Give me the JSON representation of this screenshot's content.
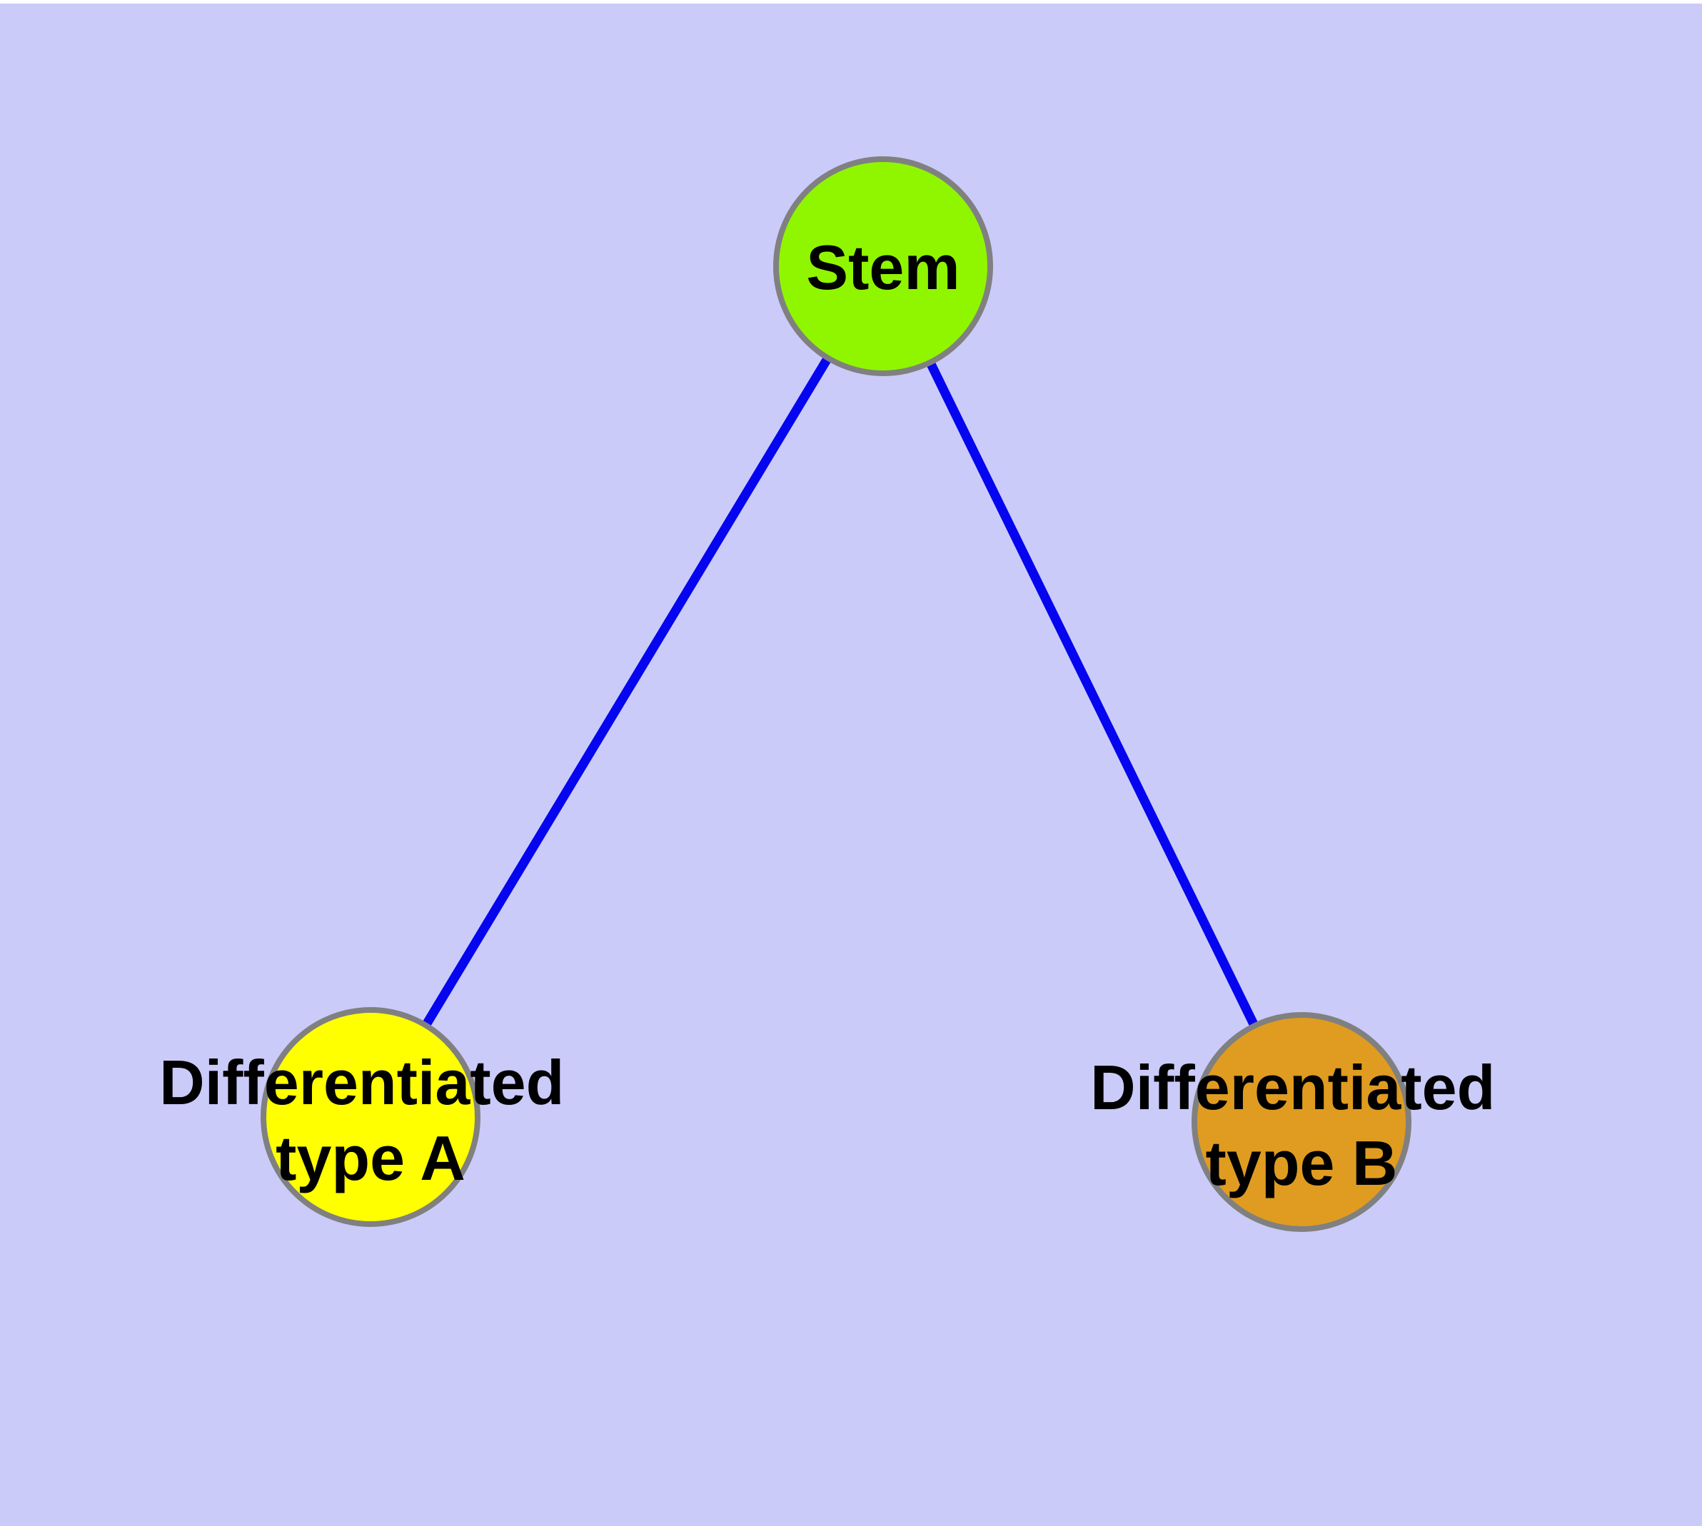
{
  "diagram": {
    "type": "node-link-tree",
    "background_color": "#cbcbfa",
    "top_margin_color": "#ffffff",
    "edge_color": "#0505f0",
    "node_border_color": "#808080",
    "label_color": "#000000",
    "nodes": {
      "stem": {
        "label": "Stem",
        "fill": "#8ff600"
      },
      "typeA": {
        "label": "Differentiated type A",
        "lines": [
          "Differentiated",
          "type A"
        ],
        "fill": "#ffff00"
      },
      "typeB": {
        "label": "Differentiated type B",
        "lines": [
          "Differentiated",
          "type B"
        ],
        "fill": "#e09c20"
      }
    },
    "edges": [
      {
        "from": "Stem",
        "to": "Differentiated type A"
      },
      {
        "from": "Stem",
        "to": "Differentiated type B"
      }
    ]
  }
}
